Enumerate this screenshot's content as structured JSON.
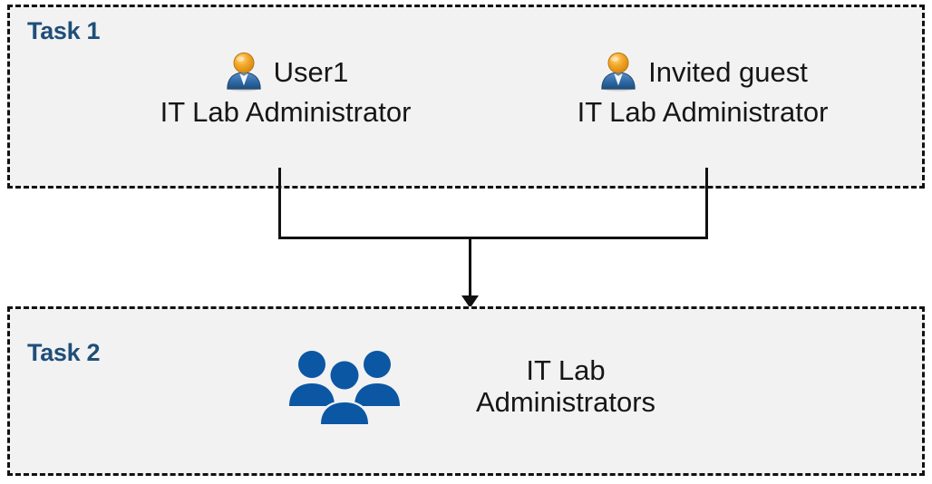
{
  "diagram": {
    "background_color": "#FFFFFF",
    "box_fill_color": "#F2F2F2",
    "box_border_color": "#111111",
    "label_color": "#1F4E79",
    "text_color": "#161616",
    "group_icon_color": "#0B57A4",
    "connector_color": "#111111"
  },
  "task1": {
    "label": "Task 1",
    "people": [
      {
        "icon": "user-icon",
        "name": "User1",
        "role": "IT Lab Administrator"
      },
      {
        "icon": "user-icon",
        "name": "Invited guest",
        "role": "IT Lab Administrator"
      }
    ]
  },
  "task2": {
    "label": "Task 2",
    "group": {
      "icon": "people-group-icon",
      "name": "IT Lab\nAdministrators"
    }
  },
  "connector": {
    "type": "merge-arrow",
    "arrow_icon": "arrow-down-icon",
    "from": [
      "User1",
      "Invited guest"
    ],
    "to": "IT Lab Administrators"
  }
}
